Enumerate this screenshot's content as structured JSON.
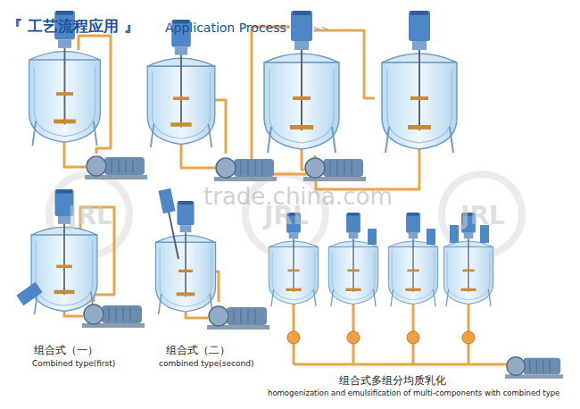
{
  "diagram": {
    "title": "『 工艺流程应用 』",
    "labels": [
      "Application Process",
      ">>",
      "组合式（一）",
      "Combined type(first)",
      "组合式（二）",
      "combined type(second)",
      "组合式多组分均质乳化",
      "homogenization and emulsification of multi-components with combined type",
      "trade.china.com",
      "JRL",
      "JRL",
      "JRL"
    ]
  }
}
